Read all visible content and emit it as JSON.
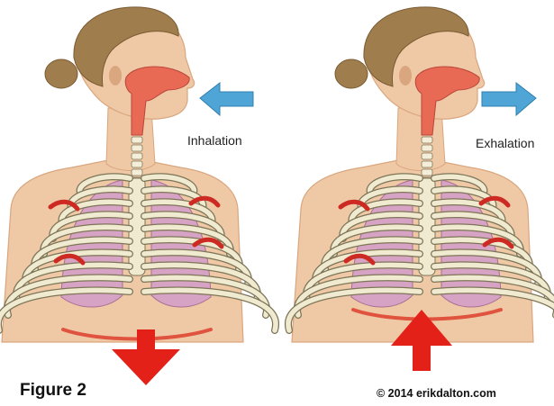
{
  "labels": {
    "inhalation": "Inhalation",
    "exhalation": "Exhalation",
    "figure_caption": "Figure 2",
    "copyright": "© 2014 erikdalton.com"
  },
  "colors": {
    "skin": "#efc9a5",
    "skin_shade": "#d9a67f",
    "hair": "#a07d4c",
    "hair_dark": "#7a5a33",
    "airway": "#e86a55",
    "ribs": "#f0ead0",
    "rib_outline": "#7d7558",
    "lung": "#d7a3c4",
    "diaphragm": "#e0533f",
    "muscle_arrows": "#cc2a22",
    "movement_arrow": "#e32119",
    "airflow_arrow": "#4fa6d6"
  },
  "panels": [
    {
      "id": "inhalation",
      "airflow": "in",
      "diaphragm": "down"
    },
    {
      "id": "exhalation",
      "airflow": "out",
      "diaphragm": "up"
    }
  ]
}
